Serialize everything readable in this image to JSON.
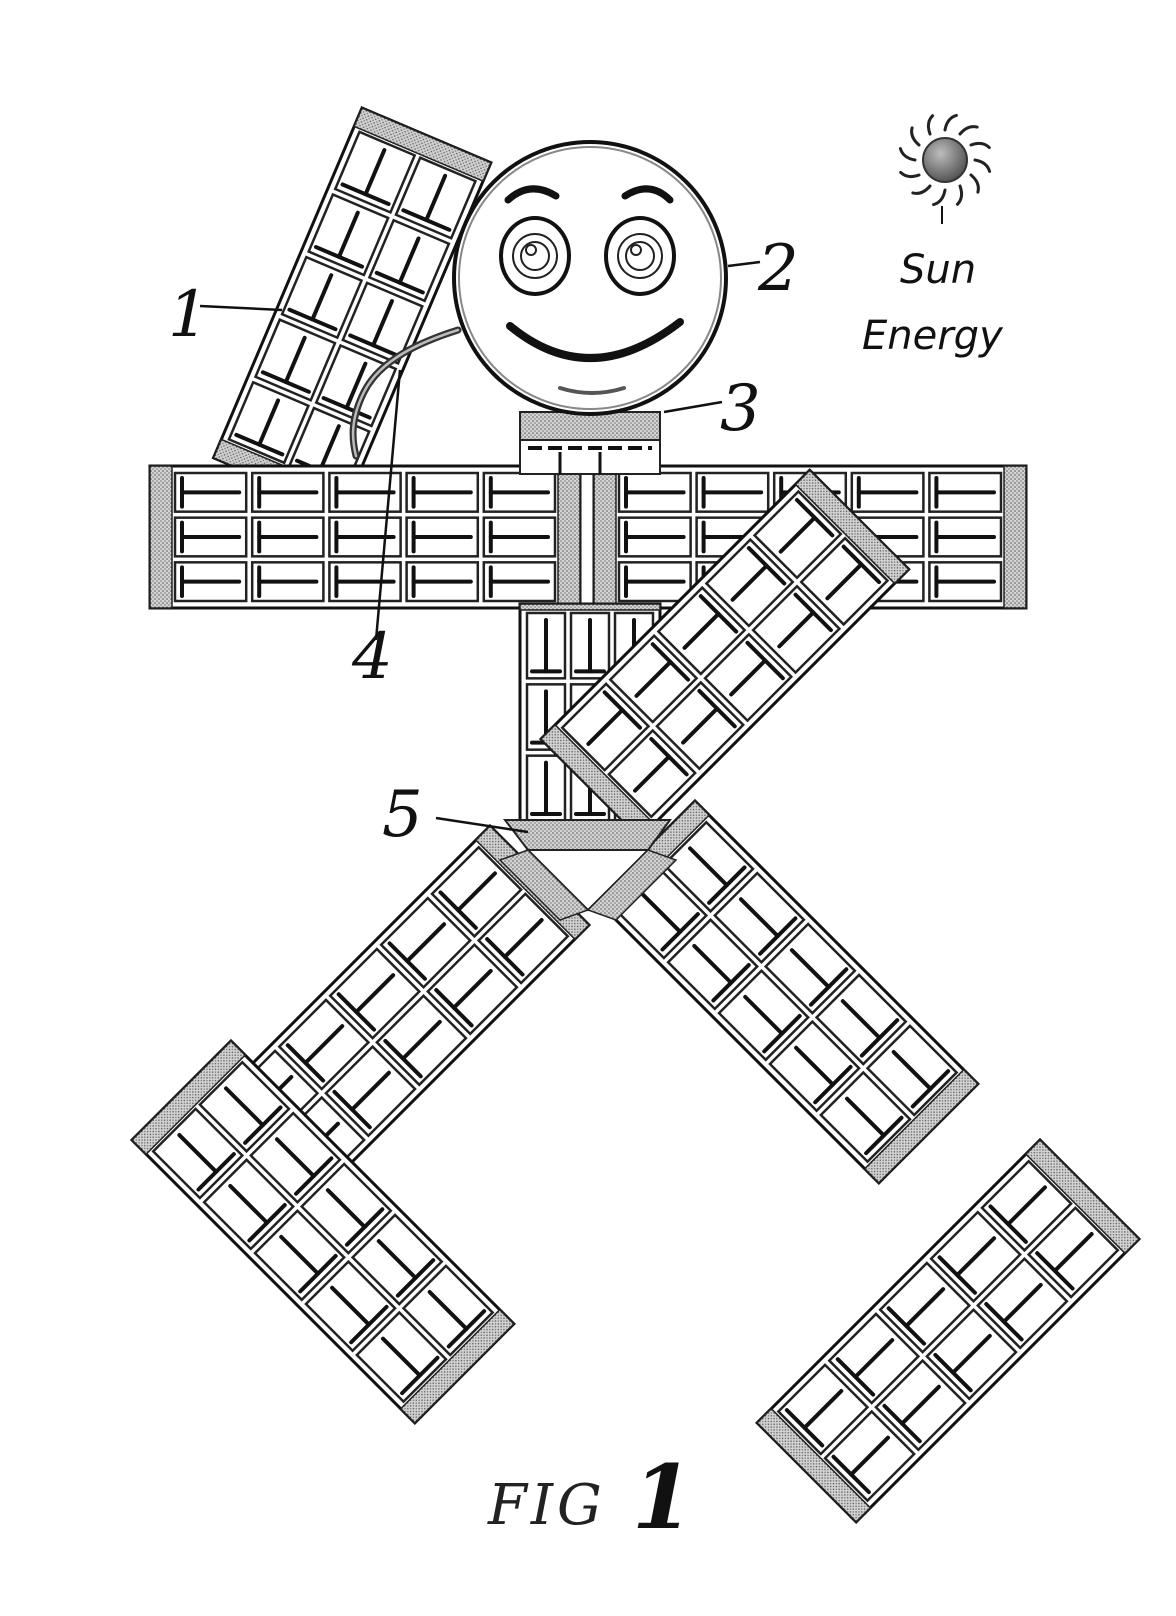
{
  "figure": {
    "caption": "FIG",
    "number": "1"
  },
  "labels": {
    "solar_panel_arm": "1",
    "head": "2",
    "neck_connector": "3",
    "cable": "4",
    "hip_connector": "5"
  },
  "sun": {
    "line1": "Sun",
    "line2": "Energy",
    "icon": "sun-icon"
  },
  "colors": {
    "ink": "#111111",
    "frame_gray": "#b8b8b8",
    "cell_bg": "#ffffff",
    "sun_core": "#7a7a7a"
  }
}
